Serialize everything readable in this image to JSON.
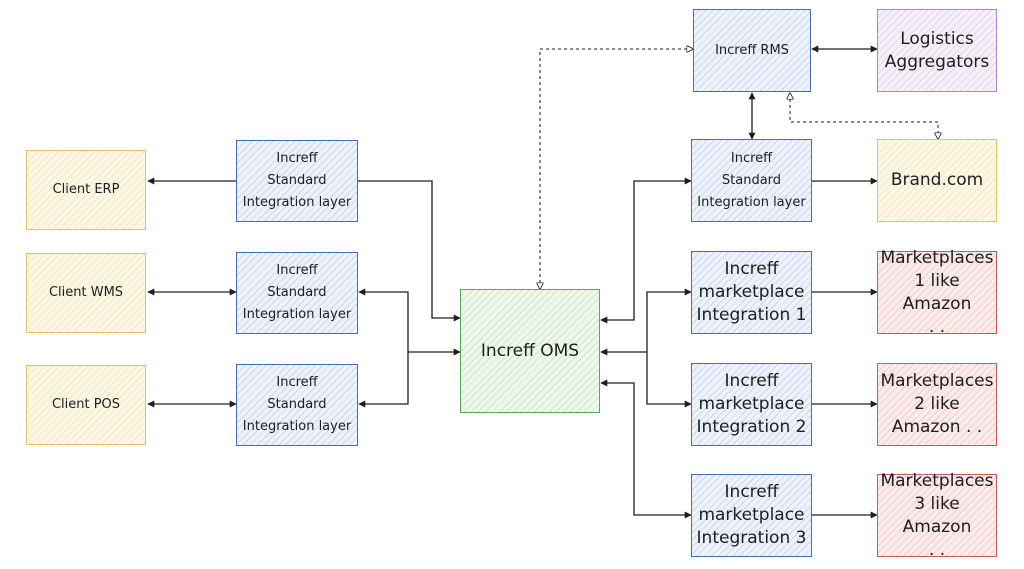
{
  "nodes": {
    "client_erp": "Client ERP",
    "client_wms": "Client WMS",
    "client_pos": "Client POS",
    "sil_erp": "Increff\nStandard\nIntegration layer",
    "sil_wms": "Increff\nStandard\nIntegration layer",
    "sil_pos": "Increff\nStandard\nIntegration layer",
    "oms": "Increff OMS",
    "rms": "Increff RMS",
    "logistics": "Logistics\nAggregators",
    "sil_brand": "Increff\nStandard\nIntegration layer",
    "brand": "Brand.com",
    "mpi_1": "Increff\nmarketplace\nIntegration 1",
    "mpi_2": "Increff\nmarketplace\nIntegration 2",
    "mpi_3": "Increff\nmarketplace\nIntegration 3",
    "mp_1": "Marketplaces\n1 like Amazon\n. .",
    "mp_2": "Marketplaces\n2  like\nAmazon . .",
    "mp_3": "Marketplaces\n3 like Amazon\n. ."
  },
  "icons": {
    "arrowhead_solid": "filled-triangle",
    "arrowhead_dashed": "hollow-triangle"
  },
  "colors": {
    "client_yellow": "#e3c167",
    "integration_blue": "#4a6bb8",
    "oms_green": "#5aa85a",
    "logistics_purple": "#a987c6",
    "marketplace_red": "#c85a5a",
    "arrow": "#1e1e1e"
  }
}
